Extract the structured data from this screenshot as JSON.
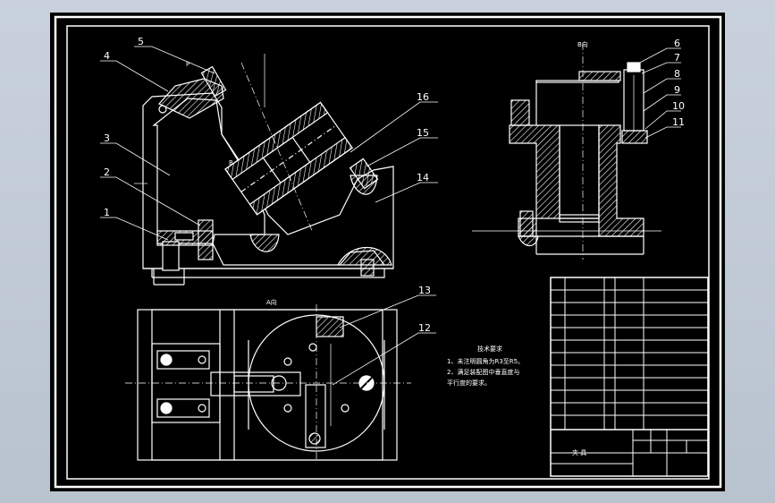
{
  "drawing": {
    "background": "#000000",
    "frame_color": "#ffffff",
    "hatch_color": "#ffffff",
    "leader_color": "#ffffff",
    "part_labels": [
      "1",
      "2",
      "3",
      "4",
      "5",
      "6",
      "7",
      "8",
      "9",
      "10",
      "11",
      "12",
      "13",
      "14",
      "15",
      "16"
    ],
    "view_labels": {
      "a_view": "A向",
      "b_view": "B向"
    },
    "section_letters": {
      "p_mark": "P",
      "b_mark": "B"
    },
    "tech_requirements": {
      "title": "技术要求",
      "line1": "1、未注明圆角为R3至R5。",
      "line2": "2、满足装配图中垂直度与",
      "line3": "平行度的要求。"
    },
    "title_block": {
      "cell_label": "夹 具"
    }
  }
}
